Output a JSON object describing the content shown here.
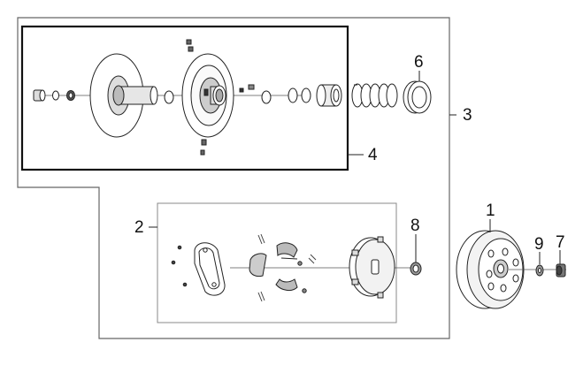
{
  "diagram": {
    "callouts": [
      {
        "id": "1",
        "label": "1"
      },
      {
        "id": "2",
        "label": "2"
      },
      {
        "id": "3",
        "label": "3"
      },
      {
        "id": "4",
        "label": "4"
      },
      {
        "id": "6",
        "label": "6"
      },
      {
        "id": "7",
        "label": "7"
      },
      {
        "id": "8",
        "label": "8"
      },
      {
        "id": "9",
        "label": "9"
      }
    ],
    "colors": {
      "line": "#222222",
      "light_line": "#666666",
      "fill": "#ffffff",
      "shade": "#bdbdbd",
      "dark": "#444444"
    }
  }
}
